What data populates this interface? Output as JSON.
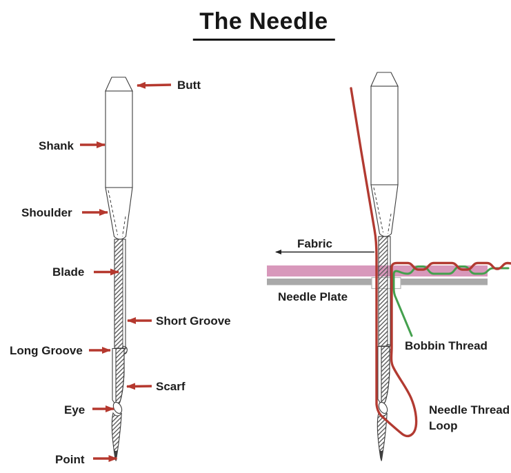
{
  "title": "The Needle",
  "left_diagram": {
    "labels": {
      "butt": "Butt",
      "shank": "Shank",
      "shoulder": "Shoulder",
      "blade": "Blade",
      "short_groove": "Short Groove",
      "long_groove": "Long Groove",
      "scarf": "Scarf",
      "eye": "Eye",
      "point": "Point"
    }
  },
  "right_diagram": {
    "labels": {
      "fabric": "Fabric",
      "needle_plate": "Needle Plate",
      "bobbin_thread": "Bobbin Thread",
      "needle_thread_loop": "Needle Thread Loop"
    }
  },
  "colors": {
    "label_text": "#1d1d1d",
    "arrow_red": "#b5382e",
    "needle_thread_red": "#b23a31",
    "bobbin_thread_green": "#44a04e",
    "fabric_pink": "#d898bb",
    "needle_plate_gray": "#a9a9a9",
    "needle_outline": "#3c3c3c",
    "needle_hatch": "#5a5a5a"
  }
}
